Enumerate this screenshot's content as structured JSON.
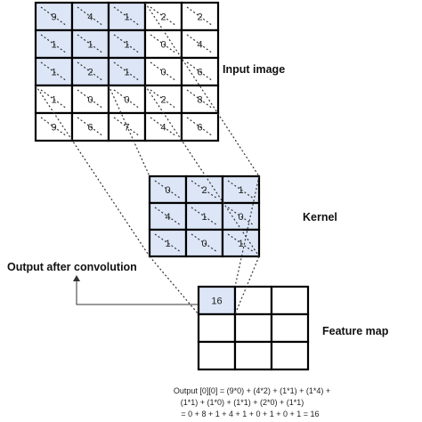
{
  "labels": {
    "input": "Input image",
    "kernel": "Kernel",
    "output_after": "Output after convolution",
    "feature_map": "Feature map"
  },
  "input_image": [
    [
      "9",
      "4",
      "1",
      "2",
      "2"
    ],
    [
      "1",
      "1",
      "1",
      "0",
      "4"
    ],
    [
      "1",
      "2",
      "1",
      "0",
      "6"
    ],
    [
      "1",
      "0",
      "0",
      "2",
      "8"
    ],
    [
      "9",
      "6",
      "7",
      "4",
      "6"
    ]
  ],
  "kernel": [
    [
      "0",
      "2",
      "1"
    ],
    [
      "4",
      "1",
      "0"
    ],
    [
      "1",
      "0",
      "1"
    ]
  ],
  "feature_map": [
    [
      "16",
      "",
      ""
    ],
    [
      "",
      "",
      ""
    ],
    [
      "",
      "",
      ""
    ]
  ],
  "formula": [
    "Output [0][0] = (9*0) + (4*2) + (1*1) + (1*4) +",
    "(1*1) + (1*0) + (1*1) + (2*0) + (1*1)",
    "= 0 + 8 + 1 + 4 + 1 + 0 + 1 + 0 + 1 = 16"
  ],
  "colors": {
    "highlight": "#dce6f7",
    "grid": "#000000",
    "background": "#ffffff"
  }
}
